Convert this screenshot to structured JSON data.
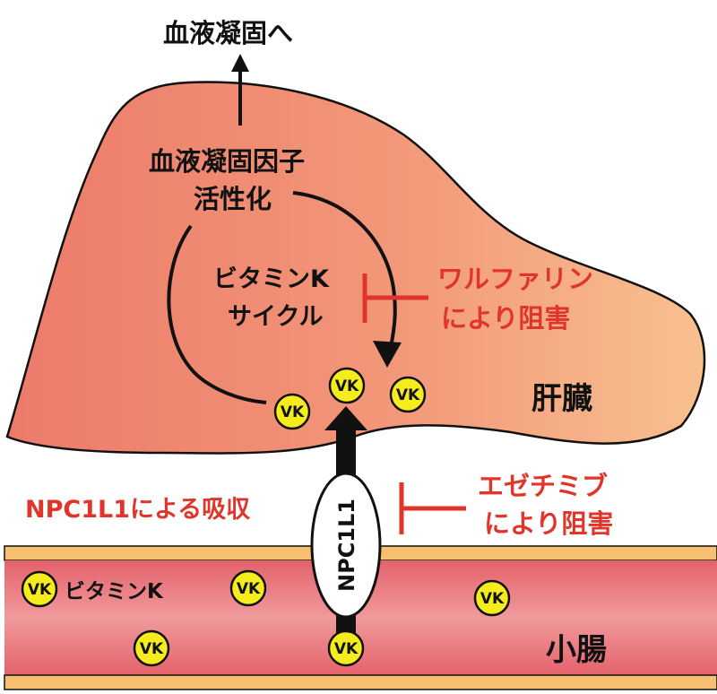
{
  "labels": {
    "top_destination": "血液凝固へ",
    "coag_factor_line1": "血液凝固因子",
    "coag_factor_line2": "活性化",
    "vk_cycle_line1": "ビタミンK",
    "vk_cycle_line2": "サイクル",
    "warfarin_line1": "ワルファリン",
    "warfarin_line2": "により阻害",
    "liver": "肝臓",
    "npc1l1_absorption": "NPC1L1による吸収",
    "ezetimibe_line1": "エゼチミブ",
    "ezetimibe_line2": "により阻害",
    "transporter": "NPC1L1",
    "vitamin_k_legend": "ビタミンK",
    "small_intestine": "小腸",
    "vk": "VK"
  },
  "colors": {
    "inhibition_red": "#e0352b",
    "text_black": "#111111",
    "vk_yellow": "#f4ec1c",
    "liver_fill_left": "#ec7a6a",
    "liver_fill_right": "#f8c08f",
    "intestine_lumen": "#eb7d82",
    "intestine_wall": "#f7c070"
  }
}
